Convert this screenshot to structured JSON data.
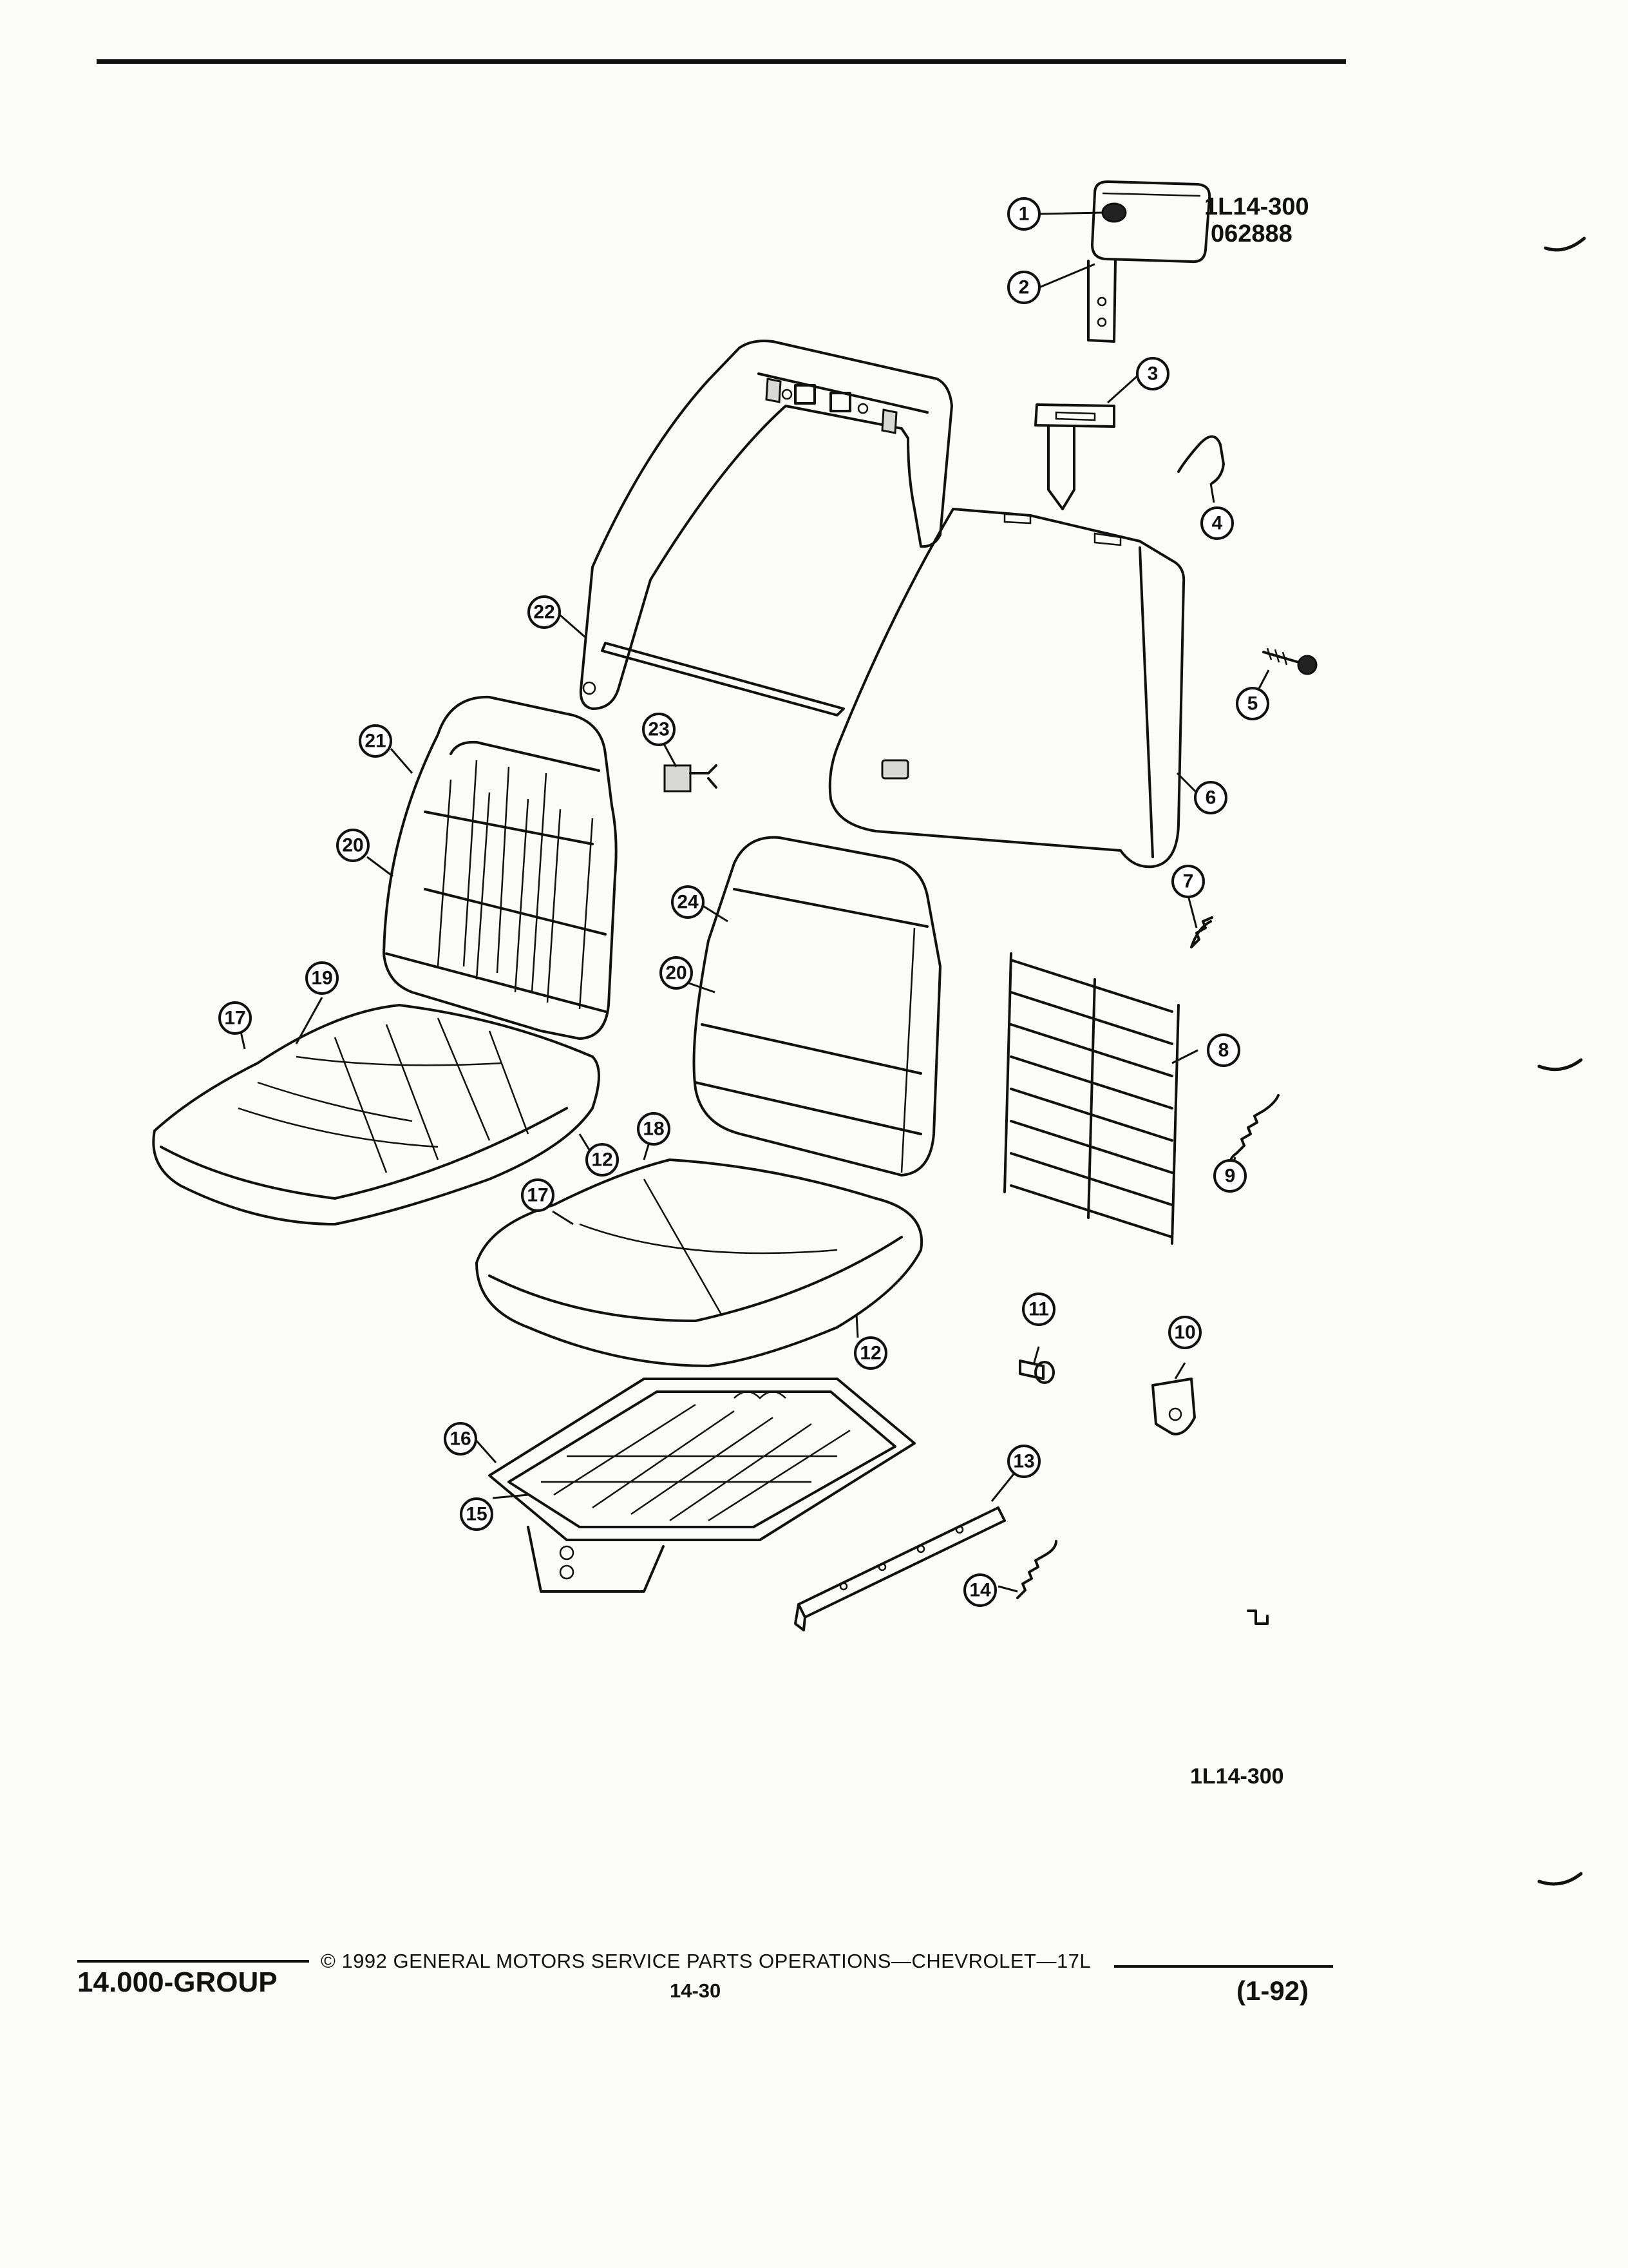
{
  "diagram": {
    "reference_code": "1L14-300",
    "reference_date": "062888",
    "bottom_reference": "1L14-300",
    "callouts": [
      "1",
      "2",
      "3",
      "4",
      "5",
      "6",
      "7",
      "8",
      "9",
      "10",
      "11",
      "12",
      "12",
      "13",
      "14",
      "15",
      "16",
      "17",
      "17",
      "18",
      "19",
      "20",
      "20",
      "21",
      "22",
      "23",
      "24"
    ]
  },
  "footer": {
    "group": "14.000-GROUP",
    "copyright": "© 1992 GENERAL MOTORS SERVICE PARTS OPERATIONS—CHEVROLET—17L",
    "page_number": "14-30",
    "revision": "(1-92)"
  }
}
